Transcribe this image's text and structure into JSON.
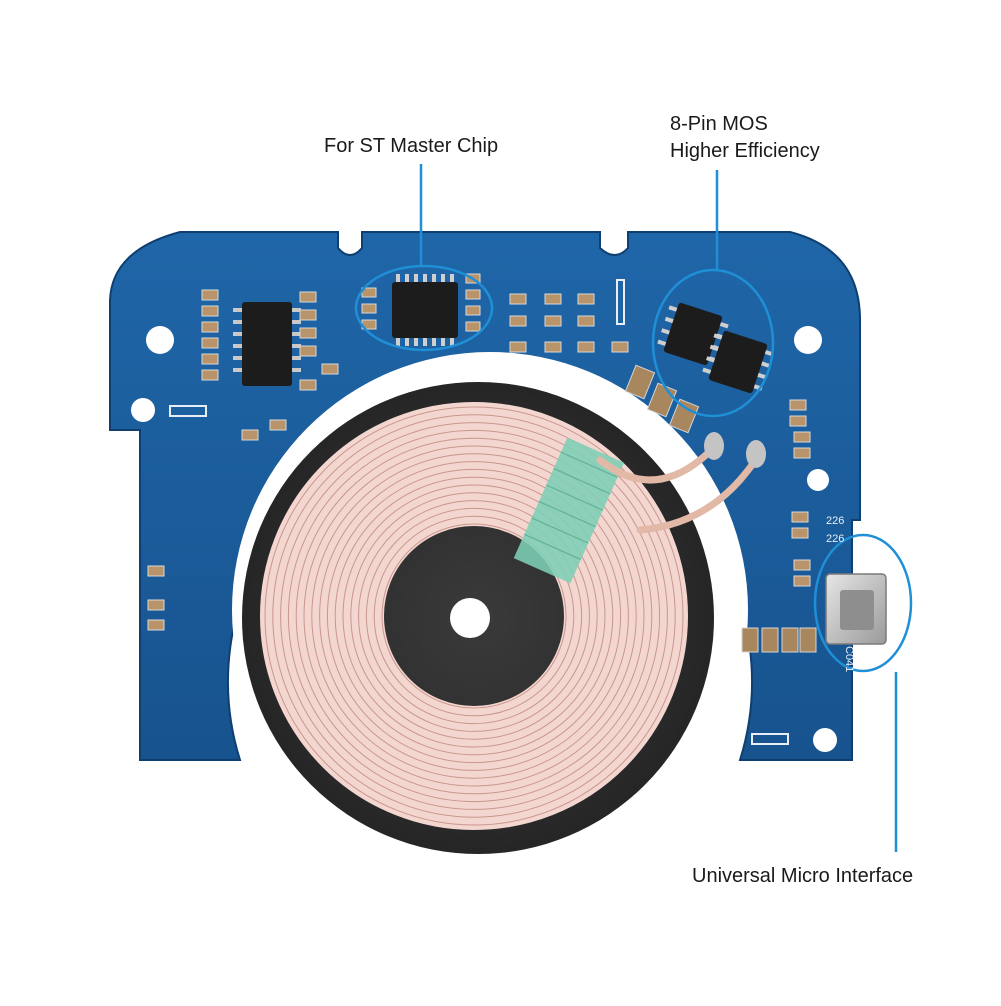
{
  "callouts": {
    "st_chip": {
      "label": "For ST Master Chip"
    },
    "mos": {
      "lines": [
        "8-Pin MOS",
        "Higher Efficiency"
      ]
    },
    "micro": {
      "label": "Universal Micro Interface"
    }
  },
  "board_labels": {
    "cap_a": "226",
    "cap_b": "226",
    "port_silk": "C041"
  },
  "colors": {
    "pcb": "#1b5d9c",
    "pcb_dark": "#134a80",
    "coil_copper": "#f3d6cf",
    "coil_line": "#c9968d",
    "ferrite": "#2f2f2f",
    "highlight_circle": "#1f8fd6",
    "tape": "#7ecfb6"
  },
  "icons": {
    "chip": "ic-chip-icon",
    "port": "micro-usb-port-icon"
  }
}
